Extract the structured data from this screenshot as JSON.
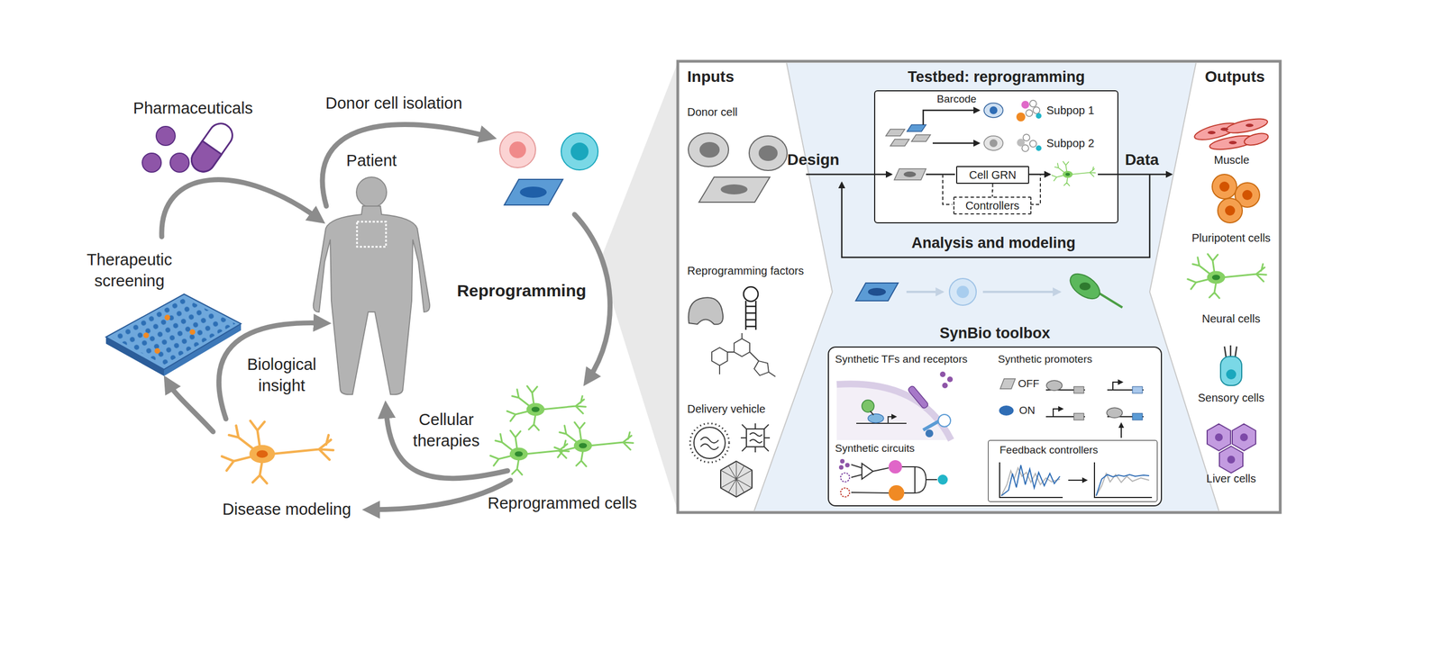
{
  "diagram": {
    "nodes": [
      {
        "text": [
          "Testbed: reprogramming"
        ]
      },
      {
        "text": [
          "Cell GRN"
        ],
        "in": 0
      },
      {
        "text": [
          "Controllers"
        ],
        "in": 0
      },
      {
        "text": [
          "SynBio toolbox"
        ]
      },
      {
        "text": [
          "Feedback controllers"
        ],
        "in": 3
      }
    ],
    "edges": [
      {
        "from": 1,
        "to": 2,
        "arrow": "none"
      }
    ],
    "labels": [
      "Pharmaceuticals",
      "Donor cell isolation",
      "Patient",
      "Reprogramming",
      "Therapeutic screening",
      "Biological insight",
      "Cellular therapies",
      "Disease modeling",
      "Reprogrammed cells",
      "Inputs",
      "Donor cell",
      "Reprogramming factors",
      "Delivery vehicle",
      "Design",
      "Barcode",
      "Subpop 1",
      "Subpop 2",
      "Data",
      "Analysis and modeling",
      "Outputs",
      "Muscle",
      "Pluripotent cells",
      "Neural cells",
      "Sensory cells",
      "Liver cells",
      "Synthetic TFs and receptors",
      "Synthetic promoters",
      "OFF",
      "ON",
      "Synthetic circuits"
    ]
  }
}
